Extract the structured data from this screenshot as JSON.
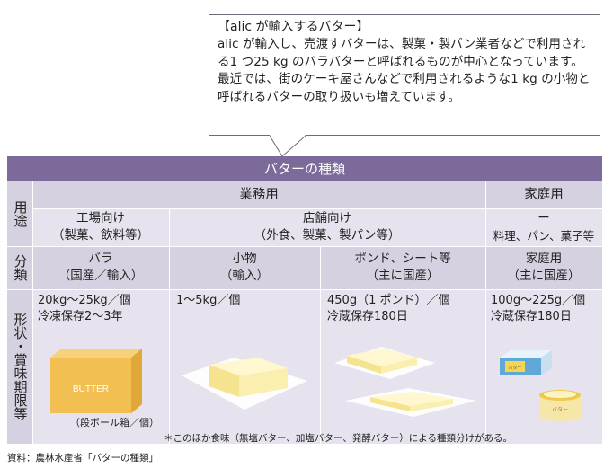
{
  "callout": {
    "title": "【alic が輸入するバター】",
    "body": "alic が輸入し、売渡すバターは、製菓・製パン業者などで利用される1 つ25 kg のバラバターと呼ばれるものが中心となっています。最近では、街のケーキ屋さんなどで利用されるような1 kg の小物と呼ばれるバターの取り扱いも増えています。"
  },
  "table": {
    "title": "バターの種類",
    "row_labels": {
      "use": "用途",
      "class": "分類",
      "form": "形状・賞味期限等"
    },
    "use": {
      "business": "業務用",
      "home": "家庭用",
      "factory": {
        "main": "工場向け",
        "sub": "（製菓、飲料等）"
      },
      "store": {
        "main": "店舗向け",
        "sub": "（外食、製菓、製パン等）"
      },
      "home_detail": {
        "main": "ー",
        "sub": "料理、パン、菓子等"
      }
    },
    "classes": [
      {
        "main": "バラ",
        "sub": "（国産／輸入）"
      },
      {
        "main": "小物",
        "sub": "（輸入）"
      },
      {
        "main": "ポンド、シート等",
        "sub": "（主に国産）"
      },
      {
        "main": "家庭用",
        "sub": "（主に国産）"
      }
    ],
    "forms": [
      {
        "line1": "20kg～25kg／個",
        "line2": "冷凍保存2～3年",
        "caption": "（段ボール箱／個）"
      },
      {
        "line1": "1～5kg／個",
        "line2": ""
      },
      {
        "line1": "450g（1 ポンド）／個",
        "line2": "冷蔵保存180日"
      },
      {
        "line1": "100g～225g／個",
        "line2": "冷蔵保存180日"
      }
    ],
    "box_label": "BUTTER",
    "pack_label": "バター",
    "tub_label": "バター"
  },
  "note": "＊このほか食味（無塩バター、加塩バター、発酵バター）による種類分けがある。",
  "source": "資料：農林水産省「バターの種類」",
  "colors": {
    "header": "#7c6b9a",
    "cell_dark": "#d6d1e1",
    "cell_mid": "#e7e3ee",
    "butter": "#fbefb0",
    "box": "#f2bf52"
  }
}
